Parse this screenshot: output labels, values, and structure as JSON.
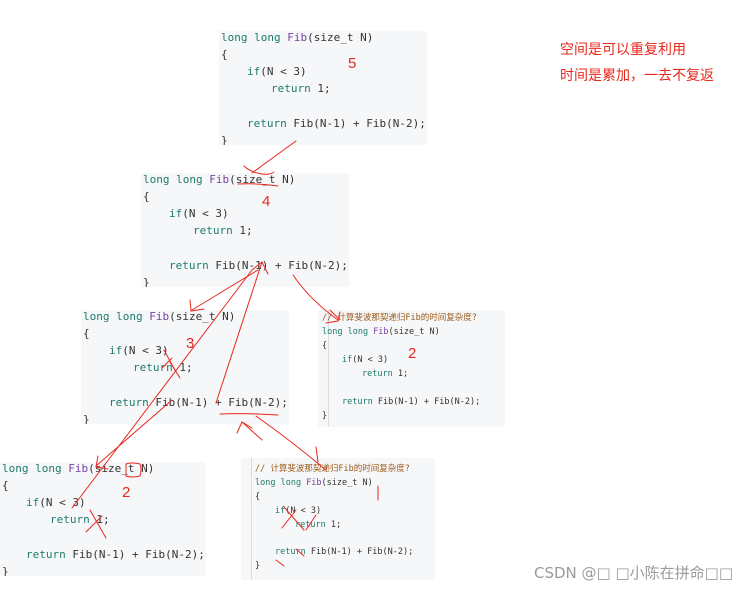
{
  "notes": {
    "line1": "空间是可以重复利用",
    "line2": "时间是累加，一去不复返"
  },
  "code": {
    "sig_prefix": "long long ",
    "sig_fn": "Fib",
    "sig_args": "(size_t N)",
    "open_brace": "{",
    "if_kw": "if",
    "if_cond": "(N < 3)",
    "return_kw": "return",
    "return_one": " 1;",
    "return_expr_a": " Fib(N-1) + Fib(N-2);",
    "close_brace": "}"
  },
  "comment_text": "// 计算斐波那契递归Fib的时间复杂度?",
  "comment_text_b": "// 计算斐波那契递归Fib的时间复杂度?",
  "labels": {
    "b5": "5",
    "b4": "4",
    "b3": "3",
    "b2a": "2",
    "b2b": "2"
  },
  "watermark": "CSDN @□ □小陈在拼命□□",
  "colors": {
    "annotation": "#e8281e",
    "keyword": "#1e7a6d",
    "function": "#7a3ea5",
    "block_bg": "#f6f7f9"
  }
}
